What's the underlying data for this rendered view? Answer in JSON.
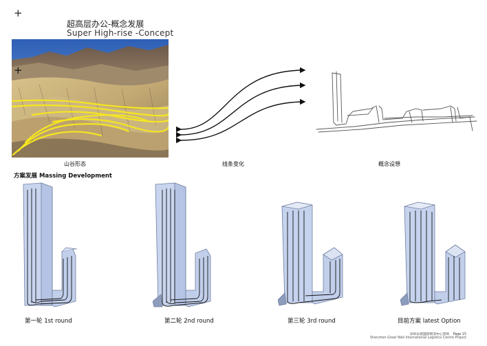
{
  "header": {
    "title_zh": "超高层办公-概念发展",
    "title_en": "Super High-rise  -Concept",
    "plus_top": "+",
    "plus_photo": "+"
  },
  "concept": {
    "captions": {
      "valley": "山谷形态",
      "lines": "线条变化",
      "concept": "概念设想"
    }
  },
  "massing": {
    "section_title": "方案发展 Massing Development",
    "rounds": [
      {
        "label": "第一轮 1st round"
      },
      {
        "label": "第二轮 2nd round"
      },
      {
        "label": "第三轮 3rd round"
      },
      {
        "label": "目前方案 latest Option"
      }
    ]
  },
  "footer": {
    "project_zh": "深圳长城国际物流中心项目",
    "page": "Page 15",
    "project_en": "Shenzhen Great Wall International Logistics Centre Project"
  },
  "colors": {
    "sky": "#3f72c4",
    "sand": "#c9b27e",
    "highlight_lines": "#f5e620",
    "massing_fill": "#c9d5ee",
    "massing_edge": "#6f7fa0"
  }
}
